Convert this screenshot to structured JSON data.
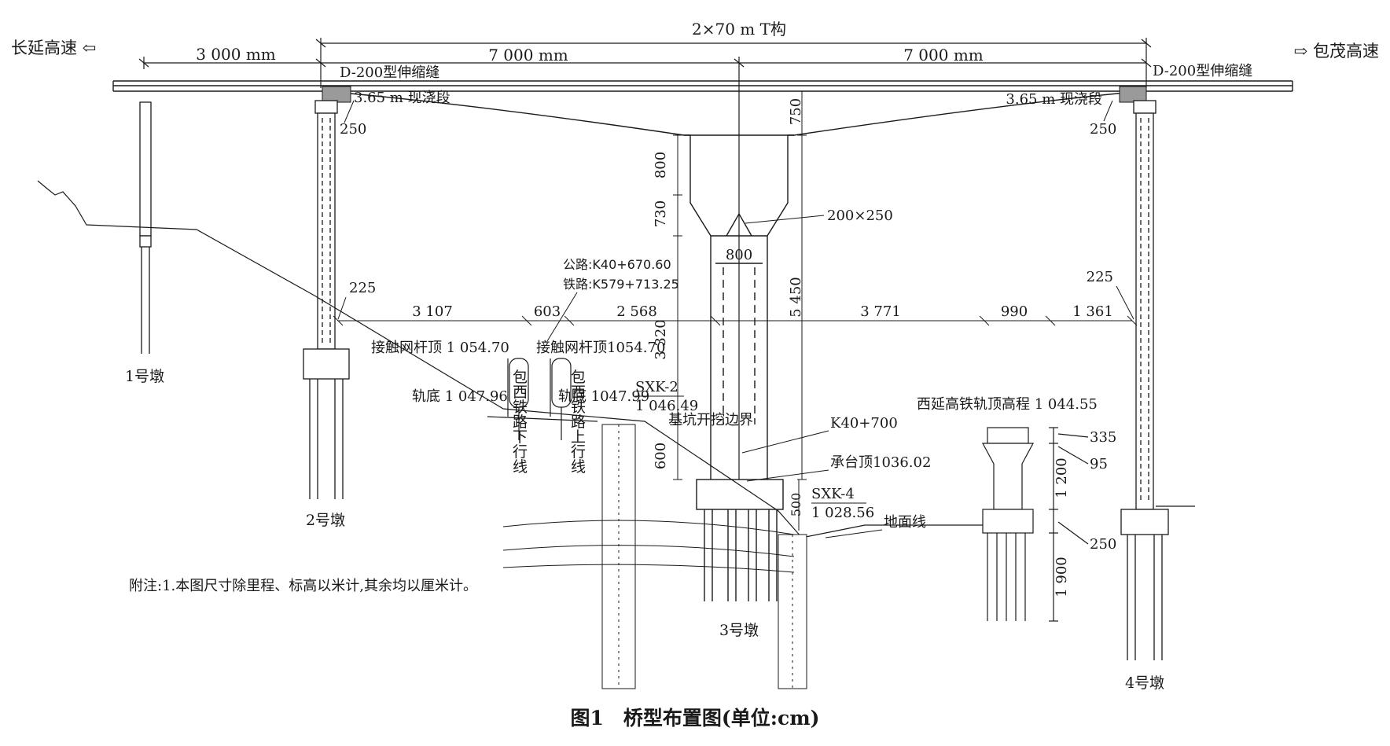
{
  "directions": {
    "left": "长延高速 ⇦",
    "right": "⇨ 包茂高速"
  },
  "top_dims": {
    "total": "2×70 m T构",
    "left_span": "3 000 mm",
    "span1": "7 000 mm",
    "span2": "7 000 mm"
  },
  "joints": {
    "left": "D-200型伸缩缝",
    "right": "D-200型伸缩缝"
  },
  "cast_segments": {
    "left": "3.65 m 现浇段",
    "right": "3.65 m 现浇段"
  },
  "dims": {
    "bearing_left": "250",
    "bearing_right": "250",
    "girder_depth": "750",
    "d800": "800",
    "d730": "730",
    "pier_head": "200×250",
    "pier_width": "800",
    "pier_height": "5 450",
    "d3320": "3 320",
    "d600": "600",
    "d500": "500",
    "left_225": "225",
    "right_225": "225",
    "h_3107": "3 107",
    "h_603": "603",
    "h_2568": "2 568",
    "h_3771": "3 771",
    "h_990": "990",
    "h_1361": "1 361",
    "p4_335": "335",
    "p4_95": "95",
    "p4_1200": "1 200",
    "p4_250": "250",
    "p4_1900": "1 900"
  },
  "stations": {
    "road": "公路:K40+670.60",
    "rail": "铁路:K579+713.25",
    "k40": "K40+700"
  },
  "elevations": {
    "catenary_left": "接触网杆顶 1 054.70",
    "catenary_right": "接触网杆顶1054.70",
    "rail_base_left": "轨底 1 047.96",
    "rail_base_right": "轨底 1047.99",
    "sxk2_name": "SXK-2",
    "sxk2_value": "1 046.49",
    "pit_boundary": "基坑开挖边界",
    "cap_top": "承台顶1036.02",
    "sxk4_name": "SXK-4",
    "sxk4_value": "1 028.56",
    "xiyan_rail": "西延高铁轨顶高程 1 044.55",
    "ground_line": "地面线"
  },
  "tracks": {
    "down_line": "包西铁路下行线",
    "up_line": "包西铁路上行线"
  },
  "piers": {
    "p1": "1号墩",
    "p2": "2号墩",
    "p3": "3号墩",
    "p4": "4号墩"
  },
  "note": "附注:1.本图尺寸除里程、标高以米计,其余均以厘米计。",
  "caption": "图1　桥型布置图(单位:cm)"
}
